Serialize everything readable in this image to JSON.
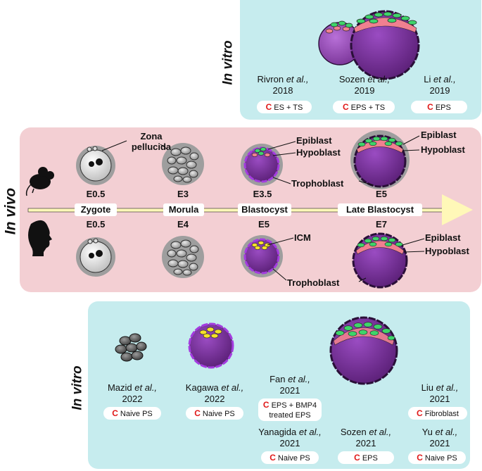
{
  "top_in_vitro": {
    "label": "In vitro",
    "studies": [
      {
        "author": "Rivron",
        "etal": "et al.,",
        "year": "2018",
        "cell": "ES + TS"
      },
      {
        "author": "Sozen",
        "etal": "et al.,",
        "year": "2019",
        "cell": "EPS + TS"
      },
      {
        "author": "Li",
        "etal": "et al.,",
        "year": "2019",
        "cell": "EPS"
      }
    ]
  },
  "in_vivo": {
    "label": "In vivo",
    "stages": [
      "Zygote",
      "Morula",
      "Blastocyst",
      "Late Blastocyst"
    ],
    "mouse_days": [
      "E0.5",
      "E3",
      "E3.5",
      "E5"
    ],
    "human_days": [
      "E0.5",
      "E4",
      "E5",
      "E7"
    ],
    "annotations": {
      "zona": "Zona pellucida",
      "epiblast": "Epiblast",
      "hypoblast": "Hypoblast",
      "trophoblast": "Trophoblast",
      "icm": "ICM"
    }
  },
  "bottom_in_vitro": {
    "label": "In vitro",
    "studies": [
      {
        "author": "Mazid",
        "etal": "et al.,",
        "year": "2022",
        "cell": "Naive PS"
      },
      {
        "author": "Kagawa",
        "etal": "et al.,",
        "year": "2022",
        "cell": "Naive PS"
      },
      {
        "author": "Fan",
        "etal": "et al.,",
        "year": "2021",
        "cell": "EPS + BMP4",
        "cell2": "treated EPS"
      },
      {
        "author": "Liu",
        "etal": "et al.,",
        "year": "2021",
        "cell": "Fibroblast"
      },
      {
        "author": "Yanagida",
        "etal": "et al.,",
        "year": "2021",
        "cell": "Naive PS"
      },
      {
        "author": "Sozen",
        "etal": "et al.,",
        "year": "2021",
        "cell": "EPS"
      },
      {
        "author": "Yu",
        "etal": "et al.,",
        "year": "2021",
        "cell": "Naive PS"
      }
    ]
  },
  "badge_letter": "C",
  "colors": {
    "cyan_panel": "#c6ecee",
    "pink_panel": "#f3cfd3",
    "purple": "#6e2a8e",
    "purple_edge": "#a43ce0",
    "epiblast_green": "#3ed46a",
    "hypoblast_pink": "#f08090",
    "icm_yellow": "#f5e12a",
    "arrow_yellow": "#fff8b8",
    "badge_red": "#e01818"
  },
  "icons": [
    "mouse-silhouette-icon",
    "human-head-silhouette-icon",
    "timeline-arrow-icon"
  ]
}
